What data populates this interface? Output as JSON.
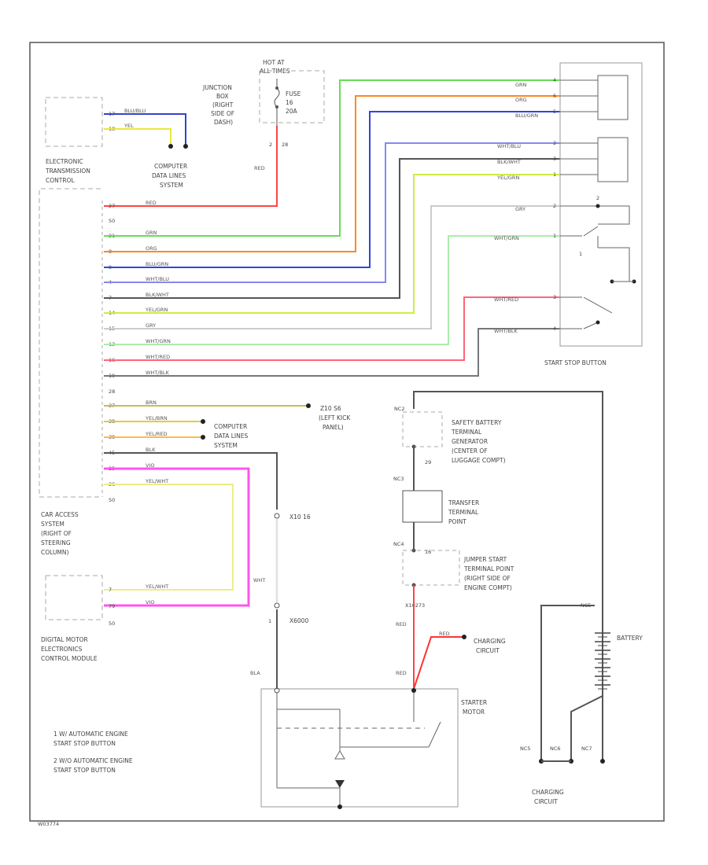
{
  "components": {
    "hot_at_all_times": [
      "HOT AT",
      "ALL TIMES"
    ],
    "junction_box": [
      "JUNCTION",
      "BOX",
      "(RIGHT",
      "SIDE OF",
      "DASH)"
    ],
    "fuse": [
      "FUSE",
      "16",
      "20A"
    ],
    "fuse_pins": [
      "2",
      "28"
    ],
    "etc": [
      "ELECTRONIC",
      "TRANSMISSION",
      "CONTROL"
    ],
    "computer_data_1": [
      "COMPUTER",
      "DATA LINES",
      "SYSTEM"
    ],
    "computer_data_2": [
      "COMPUTER",
      "DATA LINES",
      "SYSTEM"
    ],
    "car_access": [
      "CAR ACCESS",
      "SYSTEM",
      "(RIGHT OF",
      "STEERING",
      "COLUMN)"
    ],
    "dme": [
      "DIGITAL MOTOR",
      "ELECTRONICS",
      "CONTROL MODULE"
    ],
    "start_stop": [
      "START STOP BUTTON"
    ],
    "safety_battery": [
      "SAFETY BATTERY",
      "TERMINAL",
      "GENERATOR",
      "(CENTER OF",
      "LUGGAGE COMPT)"
    ],
    "transfer": [
      "TRANSFER",
      "TERMINAL",
      "POINT"
    ],
    "jumper": [
      "JUMPER START",
      "TERMINAL POINT",
      "(RIGHT SIDE OF",
      "ENGINE COMPT)"
    ],
    "starter": [
      "STARTER",
      "MOTOR"
    ],
    "battery": [
      "BATTERY"
    ],
    "charging_1": [
      "CHARGING",
      "CIRCUIT"
    ],
    "charging_2": [
      "CHARGING",
      "CIRCUIT"
    ],
    "z10": [
      "Z10 S6",
      "(LEFT KICK",
      "PANEL)"
    ],
    "x10": "X10 16",
    "x6000": "X6000",
    "x10273": "X10273"
  },
  "notes": [
    "1  W/ AUTOMATIC ENGINE",
    "    START STOP BUTTON",
    "2  W/O AUTOMATIC ENGINE",
    "    START STOP BUTTON"
  ],
  "wires": {
    "etc_top": "BLU/BLU",
    "etc_bottom": "YEL",
    "red_fuse": "RED",
    "red_etc": "RED",
    "grn": "GRN",
    "org": "ORG",
    "blu_grn": "BLU/GRN",
    "wht_blu": "WHT/BLU",
    "blk_wht": "BLK/WHT",
    "yel_grn": "YEL/GRN",
    "gry": "GRY",
    "wht_grn": "WHT/GRN",
    "wht_red": "WHT/RED",
    "wht_blk": "WHT/BLK",
    "brn": "BRN",
    "yel_brn": "YEL/BRN",
    "yel_red": "YEL/RED",
    "blk": "BLK",
    "vio": "VIO",
    "yel_wht": "YEL/WHT",
    "wht": "WHT",
    "red_bat1": "RED",
    "red_bat2": "RED",
    "red_chg": "RED",
    "bla": "BLA"
  },
  "pins": {
    "etc": [
      "17",
      "18"
    ],
    "cas": [
      "27",
      "50",
      "21",
      "8",
      "9",
      "4",
      "7",
      "14",
      "15",
      "13",
      "16",
      "19",
      "28",
      "37",
      "38",
      "39",
      "45",
      "25",
      "26",
      "50"
    ],
    "dme": [
      "7",
      "79",
      "50"
    ],
    "ssb": [
      "4",
      "6",
      "5",
      "2",
      "3",
      "1",
      "2",
      "1",
      "3",
      "4",
      "6"
    ],
    "x6000": "1"
  },
  "grounds": [
    "NC2",
    "NC3",
    "NC4",
    "NC5",
    "NC5",
    "NC6",
    "NC7"
  ],
  "footer_code": "W03774"
}
